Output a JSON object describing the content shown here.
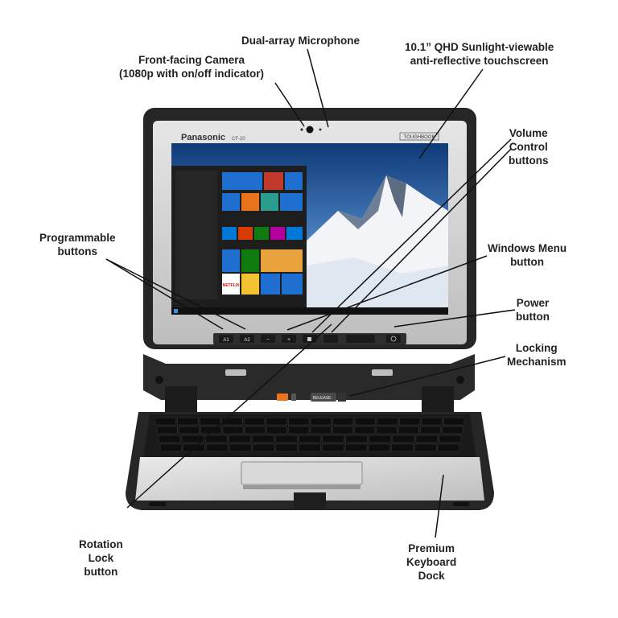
{
  "brand": "Panasonic",
  "model": "CF-20",
  "badge": "TOUGHBOOK",
  "release_label": "RELEASE",
  "tablet_buttons": [
    "A1",
    "A2",
    "−",
    "+"
  ],
  "labels": {
    "microphone": [
      "Dual-array Microphone"
    ],
    "camera": [
      "Front-facing Camera",
      "(1080p with on/off indicator)"
    ],
    "screen": [
      "10.1” QHD Sunlight-viewable",
      "anti-reflective touchscreen"
    ],
    "volume": [
      "Volume",
      "Control",
      "buttons"
    ],
    "programmable": [
      "Programmable",
      "buttons"
    ],
    "windows_menu": [
      "Windows Menu",
      "button"
    ],
    "power": [
      "Power",
      "button"
    ],
    "locking": [
      "Locking",
      "Mechanism"
    ],
    "rotation": [
      "Rotation",
      "Lock",
      "button"
    ],
    "keyboard": [
      "Premium",
      "Keyboard",
      "Dock"
    ]
  },
  "tiles_text": [
    "NETFLIX"
  ],
  "colors": {
    "body_dark": "#2b2b2b",
    "bezel_silver": "#c9c9c9",
    "screen_sky": "#1f4f8f",
    "start_menu": "#1e1e1e",
    "tile_blue": "#1f6fd1",
    "accent_orange": "#e8731c",
    "leader_line": "#111111"
  }
}
